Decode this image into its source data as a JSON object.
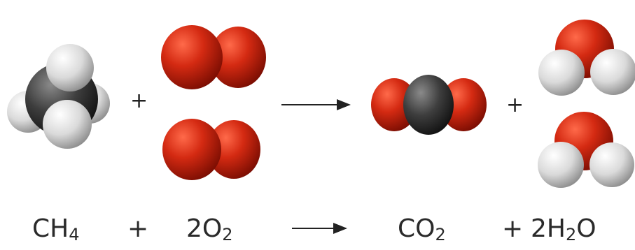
{
  "reaction": {
    "reactant_1": {
      "symbol": "CH",
      "subscript": "4"
    },
    "plus_1": "+",
    "reactant_2": {
      "coefficient": "2",
      "symbol": "O",
      "subscript": "2"
    },
    "product_1": {
      "symbol": "CO",
      "subscript": "2"
    },
    "plus_2": "+",
    "product_2": {
      "coefficient": "2",
      "symbol_a": "H",
      "subscript": "2",
      "symbol_b": "O"
    }
  },
  "colors": {
    "oxygen": "#c8200e",
    "carbon": "#3a3a3a",
    "hydrogen": "#e4e4e4"
  }
}
